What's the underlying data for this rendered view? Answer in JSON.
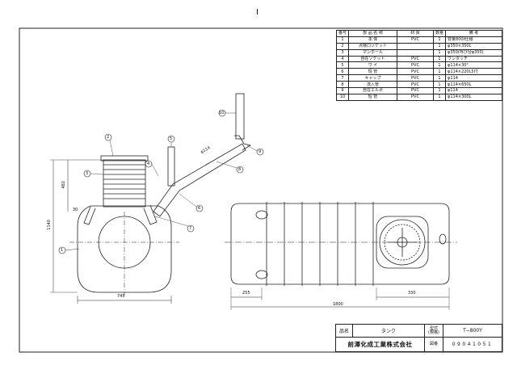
{
  "sheet_label": "I",
  "parts_table": {
    "headers": [
      "番号",
      "部 品 名 称",
      "材 質",
      "数量",
      "備 考"
    ],
    "rows": [
      [
        "1",
        "本 体",
        "PVC",
        "1",
        "容量800ℓ仕様"
      ],
      [
        "2",
        "点検口ソケット",
        "",
        "1",
        "φ350×350L"
      ],
      [
        "3",
        "マンホール",
        "",
        "1",
        "φ350(呼び径φ350)"
      ],
      [
        "4",
        "自在ソケット",
        "PVC",
        "1",
        "ワンタッチ"
      ],
      [
        "5",
        "ワ イ",
        "PVC",
        "1",
        "φ114×30°"
      ],
      [
        "6",
        "短 管",
        "PVC",
        "1",
        "φ114×220L5付"
      ],
      [
        "7",
        "キャップ",
        "PVC",
        "1",
        "φ114"
      ],
      [
        "8",
        "流入管",
        "PVC",
        "1",
        "φ114×650L"
      ],
      [
        "9",
        "自在エルボ",
        "PVC",
        "1",
        "φ114"
      ],
      [
        "10",
        "短 管",
        "PVC",
        "1",
        "φ114×300L"
      ]
    ]
  },
  "dimensions": {
    "height_total": "1140",
    "height_upper": "482",
    "width_side": "745",
    "length_total": "1800",
    "left_offset": "255",
    "right_offset": "330",
    "pipe_dia": "φ114",
    "angle": "30"
  },
  "callouts": [
    "1",
    "2",
    "3",
    "4",
    "5",
    "6",
    "7",
    "8",
    "9",
    "10"
  ],
  "title_block": {
    "name_label": "品名",
    "name_value": "タンク",
    "model_label": "型式",
    "model_sub": "(規格)",
    "model_value": "T−800Y",
    "company": "前澤化成工業株式会社",
    "drawing_label": "図番",
    "drawing_number": "09041051"
  }
}
